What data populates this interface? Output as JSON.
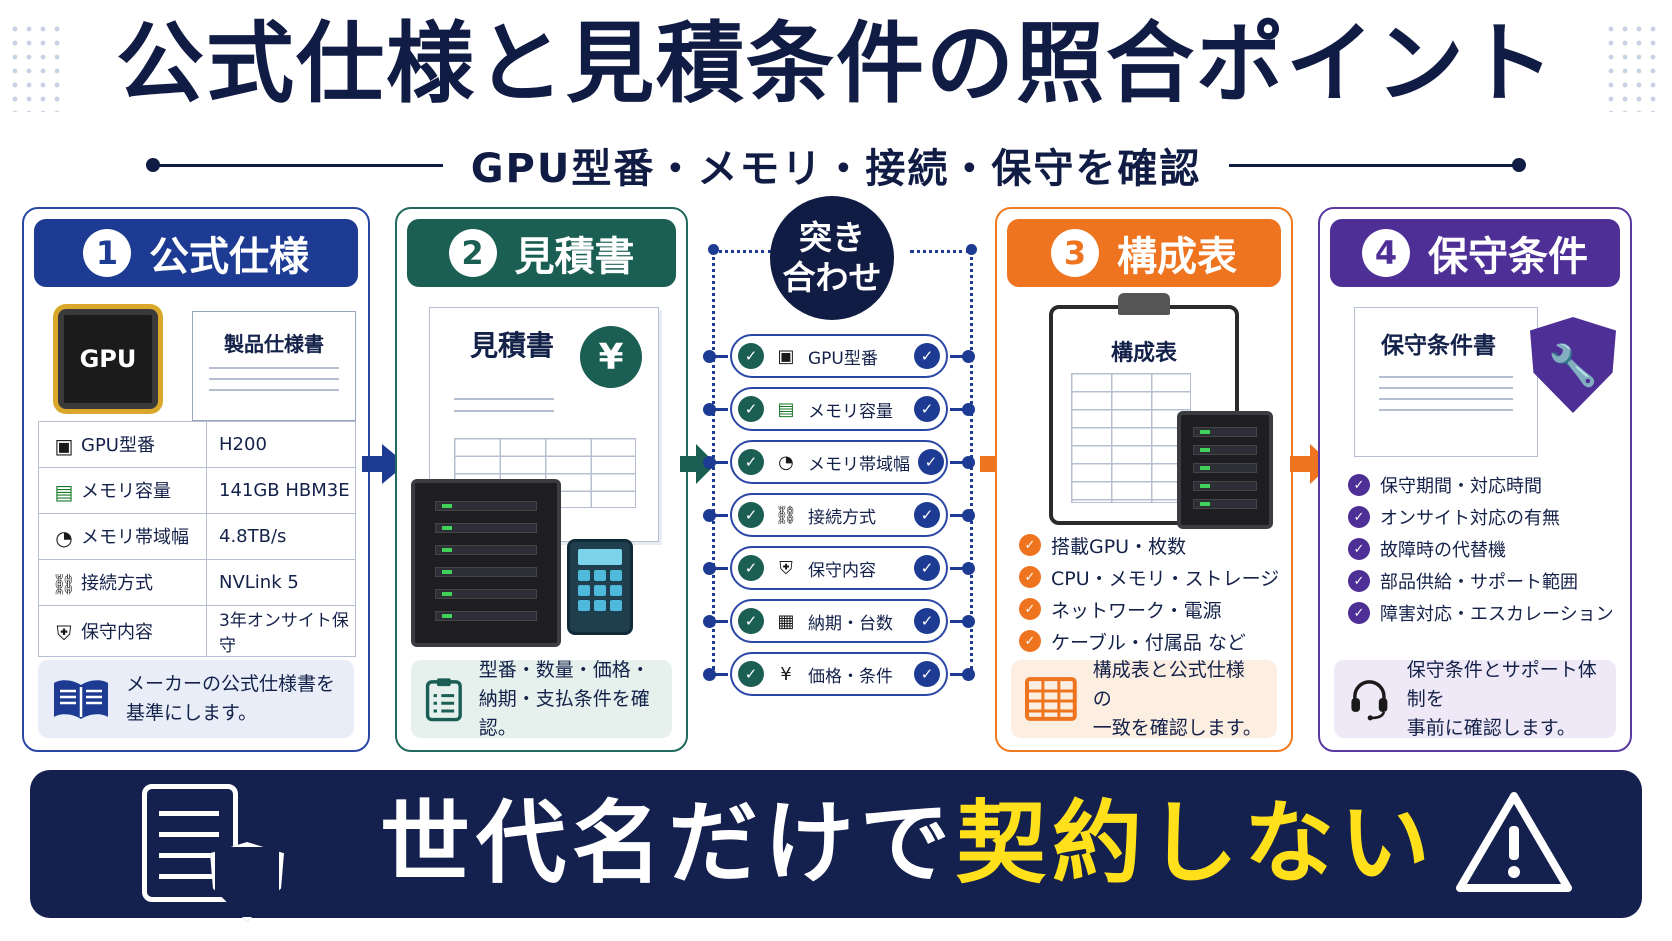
{
  "title": "公式仕様と見積条件の照合ポイント",
  "subtitle": "GPU型番・メモリ・接続・保守を確認",
  "panels": {
    "spec": {
      "number": "1",
      "title": "公式仕様",
      "chip_label": "GPU",
      "sheet_title": "製品仕様書",
      "rows": [
        {
          "key": "GPU型番",
          "value": "H200",
          "icon": "chip-icon"
        },
        {
          "key": "メモリ容量",
          "value": "141GB HBM3E",
          "icon": "memory-icon"
        },
        {
          "key": "メモリ帯域幅",
          "value": "4.8TB/s",
          "icon": "gauge-icon"
        },
        {
          "key": "接続方式",
          "value": "NVLink 5",
          "icon": "link-icon"
        },
        {
          "key": "保守内容",
          "value": "3年オンサイト保守",
          "icon": "shield-wrench-icon"
        }
      ],
      "note_line1": "メーカーの公式仕様書を",
      "note_line2": "基準にします。"
    },
    "quote": {
      "number": "2",
      "title": "見積書",
      "doc_title": "見積書",
      "currency_symbol": "¥",
      "note_line1": "型番・数量・価格・",
      "note_line2": "納期・支払条件を確認。"
    },
    "config": {
      "number": "3",
      "title": "構成表",
      "sheet_title": "構成表",
      "items": [
        "搭載GPU・枚数",
        "CPU・メモリ・ストレージ",
        "ネットワーク・電源",
        "ケーブル・付属品 など"
      ],
      "note_line1": "構成表と公式仕様の",
      "note_line2": "一致を確認します。"
    },
    "maintenance": {
      "number": "4",
      "title": "保守条件",
      "doc_title": "保守条件書",
      "items": [
        "保守期間・対応時間",
        "オンサイト対応の有無",
        "故障時の代替機",
        "部品供給・サポート範囲",
        "障害対応・エスカレーション"
      ],
      "note_line1": "保守条件とサポート体制を",
      "note_line2": "事前に確認します。"
    }
  },
  "match": {
    "badge_line1": "突き",
    "badge_line2": "合わせ",
    "items": [
      {
        "label": "GPU型番",
        "icon": "chip-icon"
      },
      {
        "label": "メモリ容量",
        "icon": "memory-icon"
      },
      {
        "label": "メモリ帯域幅",
        "icon": "gauge-icon"
      },
      {
        "label": "接続方式",
        "icon": "link-icon"
      },
      {
        "label": "保守内容",
        "icon": "shield-wrench-icon"
      },
      {
        "label": "納期・台数",
        "icon": "calendar-icon"
      },
      {
        "label": "価格・条件",
        "icon": "yen-icon"
      }
    ]
  },
  "banner": {
    "text_white": "世代名だけで",
    "text_yellow": "契約しない"
  },
  "colors": {
    "navy": "#14204d",
    "blue": "#1e3b93",
    "teal": "#1b5e53",
    "orange": "#ee7420",
    "purple": "#4e2f96",
    "yellow": "#ffe01a"
  }
}
